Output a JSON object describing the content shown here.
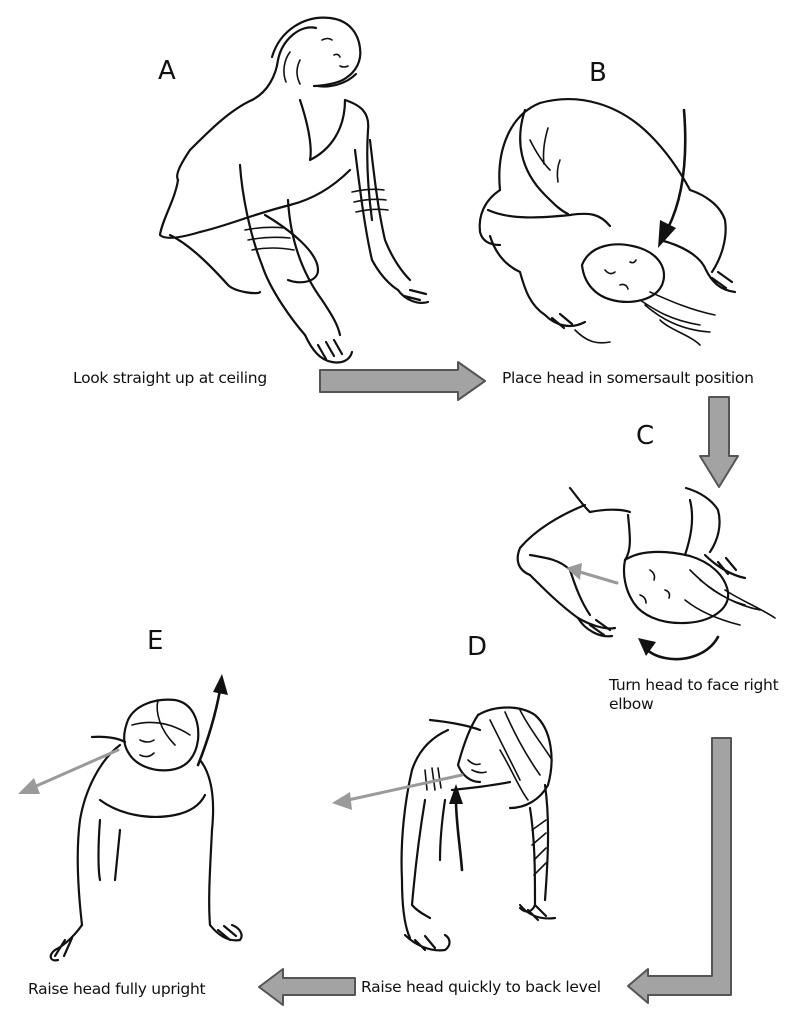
{
  "diagram": {
    "type": "procedure-sequence",
    "steps": [
      {
        "id": "A",
        "letter": "A",
        "caption": "Look straight up at ceiling"
      },
      {
        "id": "B",
        "letter": "B",
        "caption": "Place head in somersault position"
      },
      {
        "id": "C",
        "letter": "C",
        "caption": "Turn head to face right elbow"
      },
      {
        "id": "D",
        "letter": "D",
        "caption": "Raise head quickly to back level"
      },
      {
        "id": "E",
        "letter": "E",
        "caption": "Raise head fully upright"
      }
    ],
    "flow": [
      {
        "from": "A",
        "to": "B",
        "direction": "right"
      },
      {
        "from": "B",
        "to": "C",
        "direction": "down"
      },
      {
        "from": "C",
        "to": "D",
        "direction": "down-then-left"
      },
      {
        "from": "D",
        "to": "E",
        "direction": "left"
      }
    ],
    "colors": {
      "ink": "#111111",
      "flow_arrow_fill": "#a3a3a3",
      "flow_arrow_stroke": "#555555",
      "gaze_arrow": "#9a9a9a",
      "motion_arrow": "#111111",
      "background": "#ffffff"
    },
    "icons": {
      "gaze_direction": "gray-straight-arrow",
      "head_motion": "black-curved-arrow",
      "step_transition": "gray-block-arrow"
    }
  }
}
